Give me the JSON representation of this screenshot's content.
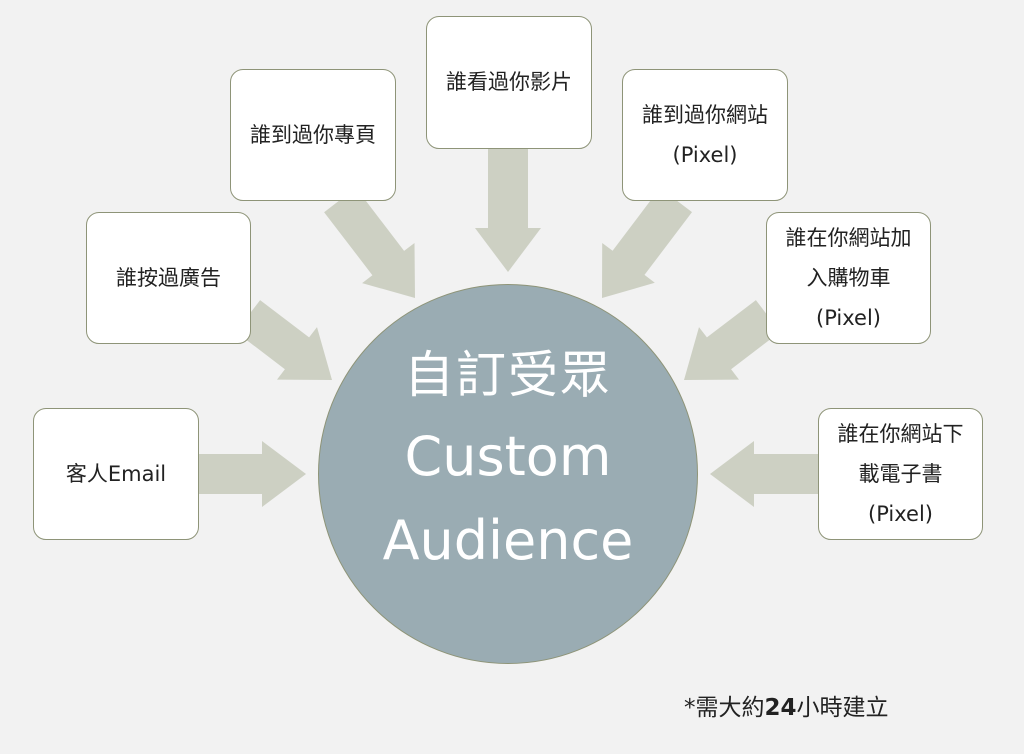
{
  "diagram": {
    "hub": {
      "title_zh": "自訂受眾",
      "title_en_line1": "Custom",
      "title_en_line2": "Audience",
      "fill_color": "#9aacb3"
    },
    "sources": [
      {
        "id": "email",
        "lines": [
          "客人Email"
        ]
      },
      {
        "id": "ad-clicks",
        "lines": [
          "誰按過廣告"
        ]
      },
      {
        "id": "page-visits",
        "lines": [
          "誰到過你專頁"
        ]
      },
      {
        "id": "video-views",
        "lines": [
          "誰看過你影片"
        ]
      },
      {
        "id": "website-visits",
        "lines": [
          "誰到過你網站",
          "(Pixel)"
        ]
      },
      {
        "id": "add-to-cart",
        "lines": [
          "誰在你網站加",
          "入購物車",
          "(Pixel)"
        ]
      },
      {
        "id": "ebook-download",
        "lines": [
          "誰在你網站下",
          "載電子書",
          "(Pixel)"
        ]
      }
    ],
    "arrow_color": "#cdd0c3",
    "box_border_color": "#8e9478",
    "footnote": {
      "prefix": "*需大約",
      "number": "24",
      "suffix": "小時建立"
    }
  }
}
